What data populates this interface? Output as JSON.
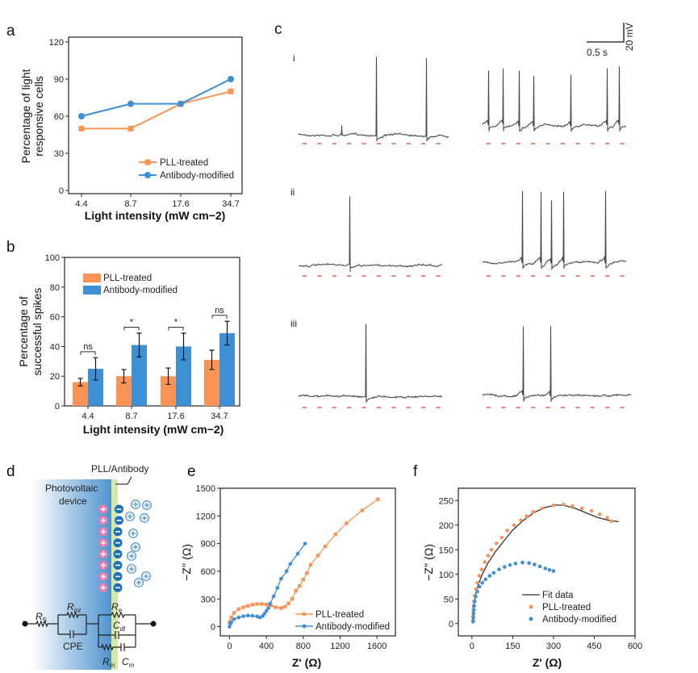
{
  "panels": {
    "a": "a",
    "b": "b",
    "c": "c",
    "d": "d",
    "e": "e",
    "f": "f"
  },
  "colors": {
    "pll": "#f99455",
    "antibody": "#3d8fd6",
    "trace": "#4a4a4a",
    "stim": "#f06060",
    "fit": "#333333"
  },
  "chart_data": [
    {
      "id": "a",
      "type": "line",
      "categories": [
        "4.4",
        "8.7",
        "17.6",
        "34.7"
      ],
      "series": [
        {
          "name": "PLL-treated",
          "values": [
            50,
            50,
            70,
            80
          ],
          "marker": "square"
        },
        {
          "name": "Antibody-modified",
          "values": [
            60,
            70,
            70,
            90
          ],
          "marker": "circle"
        }
      ],
      "xlabel": "Light intensity (mW cm−2)",
      "ylabel_lines": [
        "Percentage of light",
        "responsive cells"
      ],
      "ylim": [
        0,
        120
      ],
      "yticks": [
        0,
        30,
        60,
        90,
        120
      ],
      "legend": "bottom-right"
    },
    {
      "id": "b",
      "type": "bar",
      "categories": [
        "4.4",
        "8.7",
        "17.6",
        "34.7"
      ],
      "series": [
        {
          "name": "PLL-treated",
          "values": [
            16,
            20,
            20,
            31
          ],
          "errors": [
            2.5,
            4.5,
            5.5,
            6.5
          ]
        },
        {
          "name": "Antibody-modified",
          "values": [
            25,
            41,
            40,
            49
          ],
          "errors": [
            7.5,
            8,
            9,
            8
          ]
        }
      ],
      "significance": [
        "ns",
        "*",
        "*",
        "ns"
      ],
      "xlabel": "Light intensity (mW cm−2)",
      "ylabel_lines": [
        "Percentage of",
        "successful spikes"
      ],
      "ylim": [
        0,
        100
      ],
      "yticks": [
        0,
        20,
        40,
        60,
        80,
        100
      ],
      "legend": "top-left"
    },
    {
      "id": "c",
      "type": "line",
      "scale_bar": {
        "time_label": "0.5 s",
        "time_s": 0.5,
        "voltage_label": "20 mV",
        "voltage_mv": 20
      },
      "stim": {
        "count": 10,
        "interval_s": 0.2
      },
      "rows": [
        {
          "label": "i",
          "left": {
            "duration_s": 2.02,
            "spikes": [
              {
                "t": 0.58,
                "mv": 9
              },
              {
                "t": 1.04,
                "mv": 74
              },
              {
                "t": 1.72,
                "mv": 73
              }
            ]
          },
          "right": {
            "duration_s": 1.93,
            "spikes": [
              {
                "t": 0.08,
                "mv": 52
              },
              {
                "t": 0.27,
                "mv": 54
              },
              {
                "t": 0.49,
                "mv": 52
              },
              {
                "t": 0.68,
                "mv": 47
              },
              {
                "t": 1.18,
                "mv": 48
              },
              {
                "t": 1.67,
                "mv": 54
              },
              {
                "t": 1.84,
                "mv": 56
              }
            ]
          }
        },
        {
          "label": "ii",
          "left": {
            "duration_s": 1.93,
            "spikes": [
              {
                "t": 0.68,
                "mv": 66
              }
            ]
          },
          "right": {
            "duration_s": 1.93,
            "spikes": [
              {
                "t": 0.53,
                "mv": 68
              },
              {
                "t": 0.78,
                "mv": 67
              },
              {
                "t": 0.92,
                "mv": 59
              },
              {
                "t": 1.09,
                "mv": 67
              },
              {
                "t": 1.65,
                "mv": 68
              }
            ]
          }
        },
        {
          "label": "iii",
          "left": {
            "duration_s": 1.93,
            "spikes": [
              {
                "t": 0.9,
                "mv": 69
              }
            ]
          },
          "right": {
            "duration_s": 2.0,
            "spikes": [
              {
                "t": 0.54,
                "mv": 66
              },
              {
                "t": 0.91,
                "mv": 66
              }
            ]
          }
        }
      ]
    },
    {
      "id": "e",
      "type": "line",
      "xlabel": "Z' (Ω)",
      "ylabel": "−Z'' (Ω)",
      "xlim": [
        -100,
        1800
      ],
      "ylim": [
        -100,
        1500
      ],
      "xticks": [
        0,
        400,
        800,
        1200,
        1600
      ],
      "yticks": [
        0,
        300,
        600,
        900,
        1200,
        1500
      ],
      "legend": "bottom-right",
      "series": [
        {
          "name": "PLL-treated",
          "points": [
            [
              0,
              50
            ],
            [
              20,
              100
            ],
            [
              50,
              150
            ],
            [
              100,
              190
            ],
            [
              150,
              210
            ],
            [
              200,
              225
            ],
            [
              250,
              238
            ],
            [
              300,
              245
            ],
            [
              350,
              245
            ],
            [
              400,
              240
            ],
            [
              450,
              230
            ],
            [
              500,
              210
            ],
            [
              560,
              200
            ],
            [
              600,
              215
            ],
            [
              640,
              250
            ],
            [
              680,
              300
            ],
            [
              720,
              390
            ],
            [
              760,
              440
            ],
            [
              800,
              510
            ],
            [
              840,
              580
            ],
            [
              880,
              670
            ],
            [
              960,
              770
            ],
            [
              1040,
              870
            ],
            [
              1150,
              1000
            ],
            [
              1270,
              1120
            ],
            [
              1440,
              1260
            ],
            [
              1610,
              1380
            ]
          ]
        },
        {
          "name": "Antibody-modified",
          "points": [
            [
              0,
              0
            ],
            [
              10,
              30
            ],
            [
              20,
              50
            ],
            [
              50,
              80
            ],
            [
              100,
              100
            ],
            [
              150,
              113
            ],
            [
              200,
              120
            ],
            [
              250,
              118
            ],
            [
              300,
              110
            ],
            [
              330,
              100
            ],
            [
              360,
              115
            ],
            [
              380,
              140
            ],
            [
              400,
              170
            ],
            [
              420,
              200
            ],
            [
              440,
              250
            ],
            [
              480,
              330
            ],
            [
              520,
              420
            ],
            [
              560,
              520
            ],
            [
              620,
              600
            ],
            [
              660,
              680
            ],
            [
              740,
              790
            ],
            [
              820,
              900
            ]
          ]
        }
      ]
    },
    {
      "id": "f",
      "type": "scatter",
      "xlabel": "Z' (Ω)",
      "ylabel": "−Z'' (Ω)",
      "xlim": [
        -50,
        600
      ],
      "ylim": [
        -25,
        275
      ],
      "xticks": [
        0,
        150,
        300,
        450,
        600
      ],
      "yticks": [
        0,
        50,
        100,
        150,
        200,
        250
      ],
      "legend": "bottom-right",
      "fit": {
        "name": "Fit data",
        "points": [
          [
            3,
            0
          ],
          [
            5,
            20
          ],
          [
            8,
            40
          ],
          [
            14,
            60
          ],
          [
            24,
            80
          ],
          [
            38,
            100
          ],
          [
            58,
            122
          ],
          [
            85,
            145
          ],
          [
            115,
            166
          ],
          [
            150,
            190
          ],
          [
            190,
            210
          ],
          [
            230,
            226
          ],
          [
            270,
            236
          ],
          [
            310,
            241
          ],
          [
            340,
            240
          ],
          [
            380,
            234
          ],
          [
            420,
            225
          ],
          [
            460,
            216
          ],
          [
            500,
            210
          ],
          [
            540,
            207
          ]
        ]
      },
      "series": [
        {
          "name": "PLL-treated",
          "points": [
            [
              3,
              5
            ],
            [
              4,
              15
            ],
            [
              5,
              25
            ],
            [
              6,
              35
            ],
            [
              8,
              45
            ],
            [
              11,
              57
            ],
            [
              15,
              70
            ],
            [
              20,
              83
            ],
            [
              27,
              97
            ],
            [
              36,
              110
            ],
            [
              48,
              125
            ],
            [
              60,
              138
            ],
            [
              72,
              150
            ],
            [
              90,
              163
            ],
            [
              110,
              175
            ],
            [
              130,
              189
            ],
            [
              155,
              200
            ],
            [
              180,
              210
            ],
            [
              201,
              218
            ],
            [
              225,
              227
            ],
            [
              258,
              234
            ],
            [
              300,
              240
            ],
            [
              337,
              242
            ],
            [
              370,
              239
            ],
            [
              405,
              234
            ],
            [
              440,
              229
            ],
            [
              470,
              222
            ],
            [
              498,
              215
            ],
            [
              514,
              208
            ]
          ]
        },
        {
          "name": "Antibody-modified",
          "points": [
            [
              5,
              5
            ],
            [
              5,
              12
            ],
            [
              6,
              20
            ],
            [
              7,
              28
            ],
            [
              8,
              36
            ],
            [
              10,
              45
            ],
            [
              14,
              55
            ],
            [
              20,
              65
            ],
            [
              28,
              75
            ],
            [
              38,
              83
            ],
            [
              50,
              90
            ],
            [
              65,
              97
            ],
            [
              80,
              103
            ],
            [
              100,
              110
            ],
            [
              120,
              115
            ],
            [
              140,
              119
            ],
            [
              160,
              122
            ],
            [
              186,
              124
            ],
            [
              210,
              123
            ],
            [
              230,
              120
            ],
            [
              250,
              116
            ],
            [
              270,
              112
            ],
            [
              285,
              109
            ],
            [
              300,
              107
            ]
          ]
        }
      ]
    }
  ],
  "diagram_d": {
    "layer_label": "PLL/Antibody",
    "device_label_lines": [
      "Photovoltaic",
      "device"
    ],
    "components": {
      "rs": "R",
      "rs_sub": "S",
      "rint": "R",
      "rint_sub": "int",
      "cpe": "CPE",
      "re": "R",
      "re_sub": "e",
      "cdl": "C",
      "cdl_sub": "dl",
      "rm": "R",
      "rm_sub": "m",
      "cm": "C",
      "cm_sub": "m"
    }
  }
}
